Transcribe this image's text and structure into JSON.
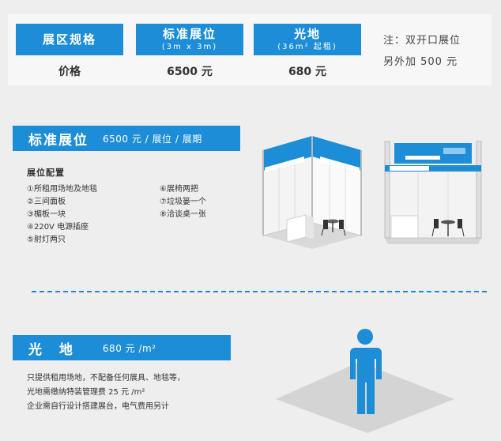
{
  "price_table": {
    "headers": [
      {
        "line1": "展区规格",
        "line2": ""
      },
      {
        "line1": "标准展位",
        "line2": "(3m x 3m)"
      },
      {
        "line1": "光地",
        "line2": "(36m² 起租)"
      }
    ],
    "values": [
      "价格",
      "6500 元",
      "680 元"
    ],
    "note_lines": [
      "注：双开口展位",
      "另外加 500 元"
    ]
  },
  "standard": {
    "title": "标准展位",
    "price": "6500 元 / 展位 / 展期",
    "config_title": "展位配置",
    "items_left": [
      "①所租用场地及地毯",
      "②三间面板",
      "③楣板一块",
      "④220V 电源插座",
      "⑤射灯两只"
    ],
    "items_right": [
      "⑥展椅两把",
      "⑦垃圾篓一个",
      "⑧洽谈桌一张"
    ]
  },
  "raw_space": {
    "title": "光 地",
    "price": "680 元 /m²",
    "desc_lines": [
      "只提供租用场地，不配备任何展具、地毯等，",
      "光地需缴纳特装管理费 25 元 /m²",
      "企业需自行设计搭建展台，电气费用另计"
    ]
  },
  "colors": {
    "accent": "#1c8dd6",
    "background": "#eeeeee",
    "panel": "#f7f7f7"
  }
}
